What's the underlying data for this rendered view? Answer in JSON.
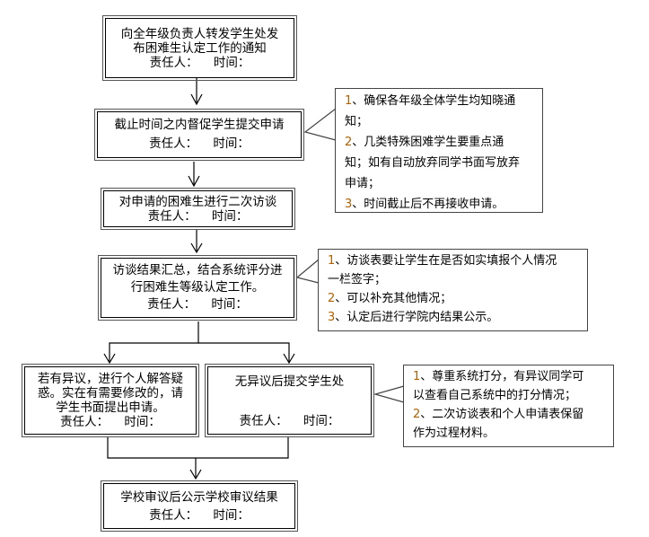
{
  "flowchart": {
    "responsible_label": "责任人：",
    "time_label": "时间：",
    "steps": [
      {
        "id": "notify",
        "lines": [
          "向全年级负责人转发学生处发",
          "布困难生认定工作的通知"
        ]
      },
      {
        "id": "submit",
        "lines": [
          "截止时间之内督促学生提交申请"
        ]
      },
      {
        "id": "interview",
        "lines": [
          "对申请的困难生进行二次访谈"
        ]
      },
      {
        "id": "summary",
        "lines": [
          "访谈结果汇总，结合系统评分进",
          "行困难生等级认定工作。"
        ]
      },
      {
        "id": "objection",
        "lines": [
          "若有异议，进行个人解答疑",
          "惑。实在有需要修改的，请",
          "学生书面提出申请。"
        ]
      },
      {
        "id": "no-objection",
        "lines": [
          "无异议后提交学生处"
        ]
      },
      {
        "id": "school-review",
        "lines": [
          "学校审议后公示学校审议结果"
        ]
      }
    ],
    "notes": [
      {
        "id": "submit-notes",
        "attached_to": "submit",
        "items": [
          {
            "num": "1",
            "text": "、确保各年级全体学生均知晓通",
            "cont": [
              "知；"
            ]
          },
          {
            "num": "2",
            "text": "、几类特殊困难学生要重点通",
            "cont": [
              "知；如有自动放弃同学书面写放弃",
              "申请；"
            ]
          },
          {
            "num": "3",
            "text": "、时间截止后不再接收申请。",
            "cont": []
          }
        ]
      },
      {
        "id": "summary-notes",
        "attached_to": "summary",
        "items": [
          {
            "num": "1",
            "text": "、访谈表要让学生在是否如实填报个人情况",
            "cont": [
              "一栏签字；"
            ]
          },
          {
            "num": "2",
            "text": "、可以补充其他情况；",
            "cont": []
          },
          {
            "num": "3",
            "text": "、认定后进行学院内结果公示。",
            "cont": []
          }
        ]
      },
      {
        "id": "no-objection-notes",
        "attached_to": "no-objection",
        "items": [
          {
            "num": "1",
            "text": "、尊重系统打分，有异议同学可",
            "cont": [
              "以查看自己系统中的打分情况；"
            ]
          },
          {
            "num": "2",
            "text": "、二次访谈表和个人申请表保留",
            "cont": [
              "作为过程材料。"
            ]
          }
        ]
      }
    ]
  }
}
